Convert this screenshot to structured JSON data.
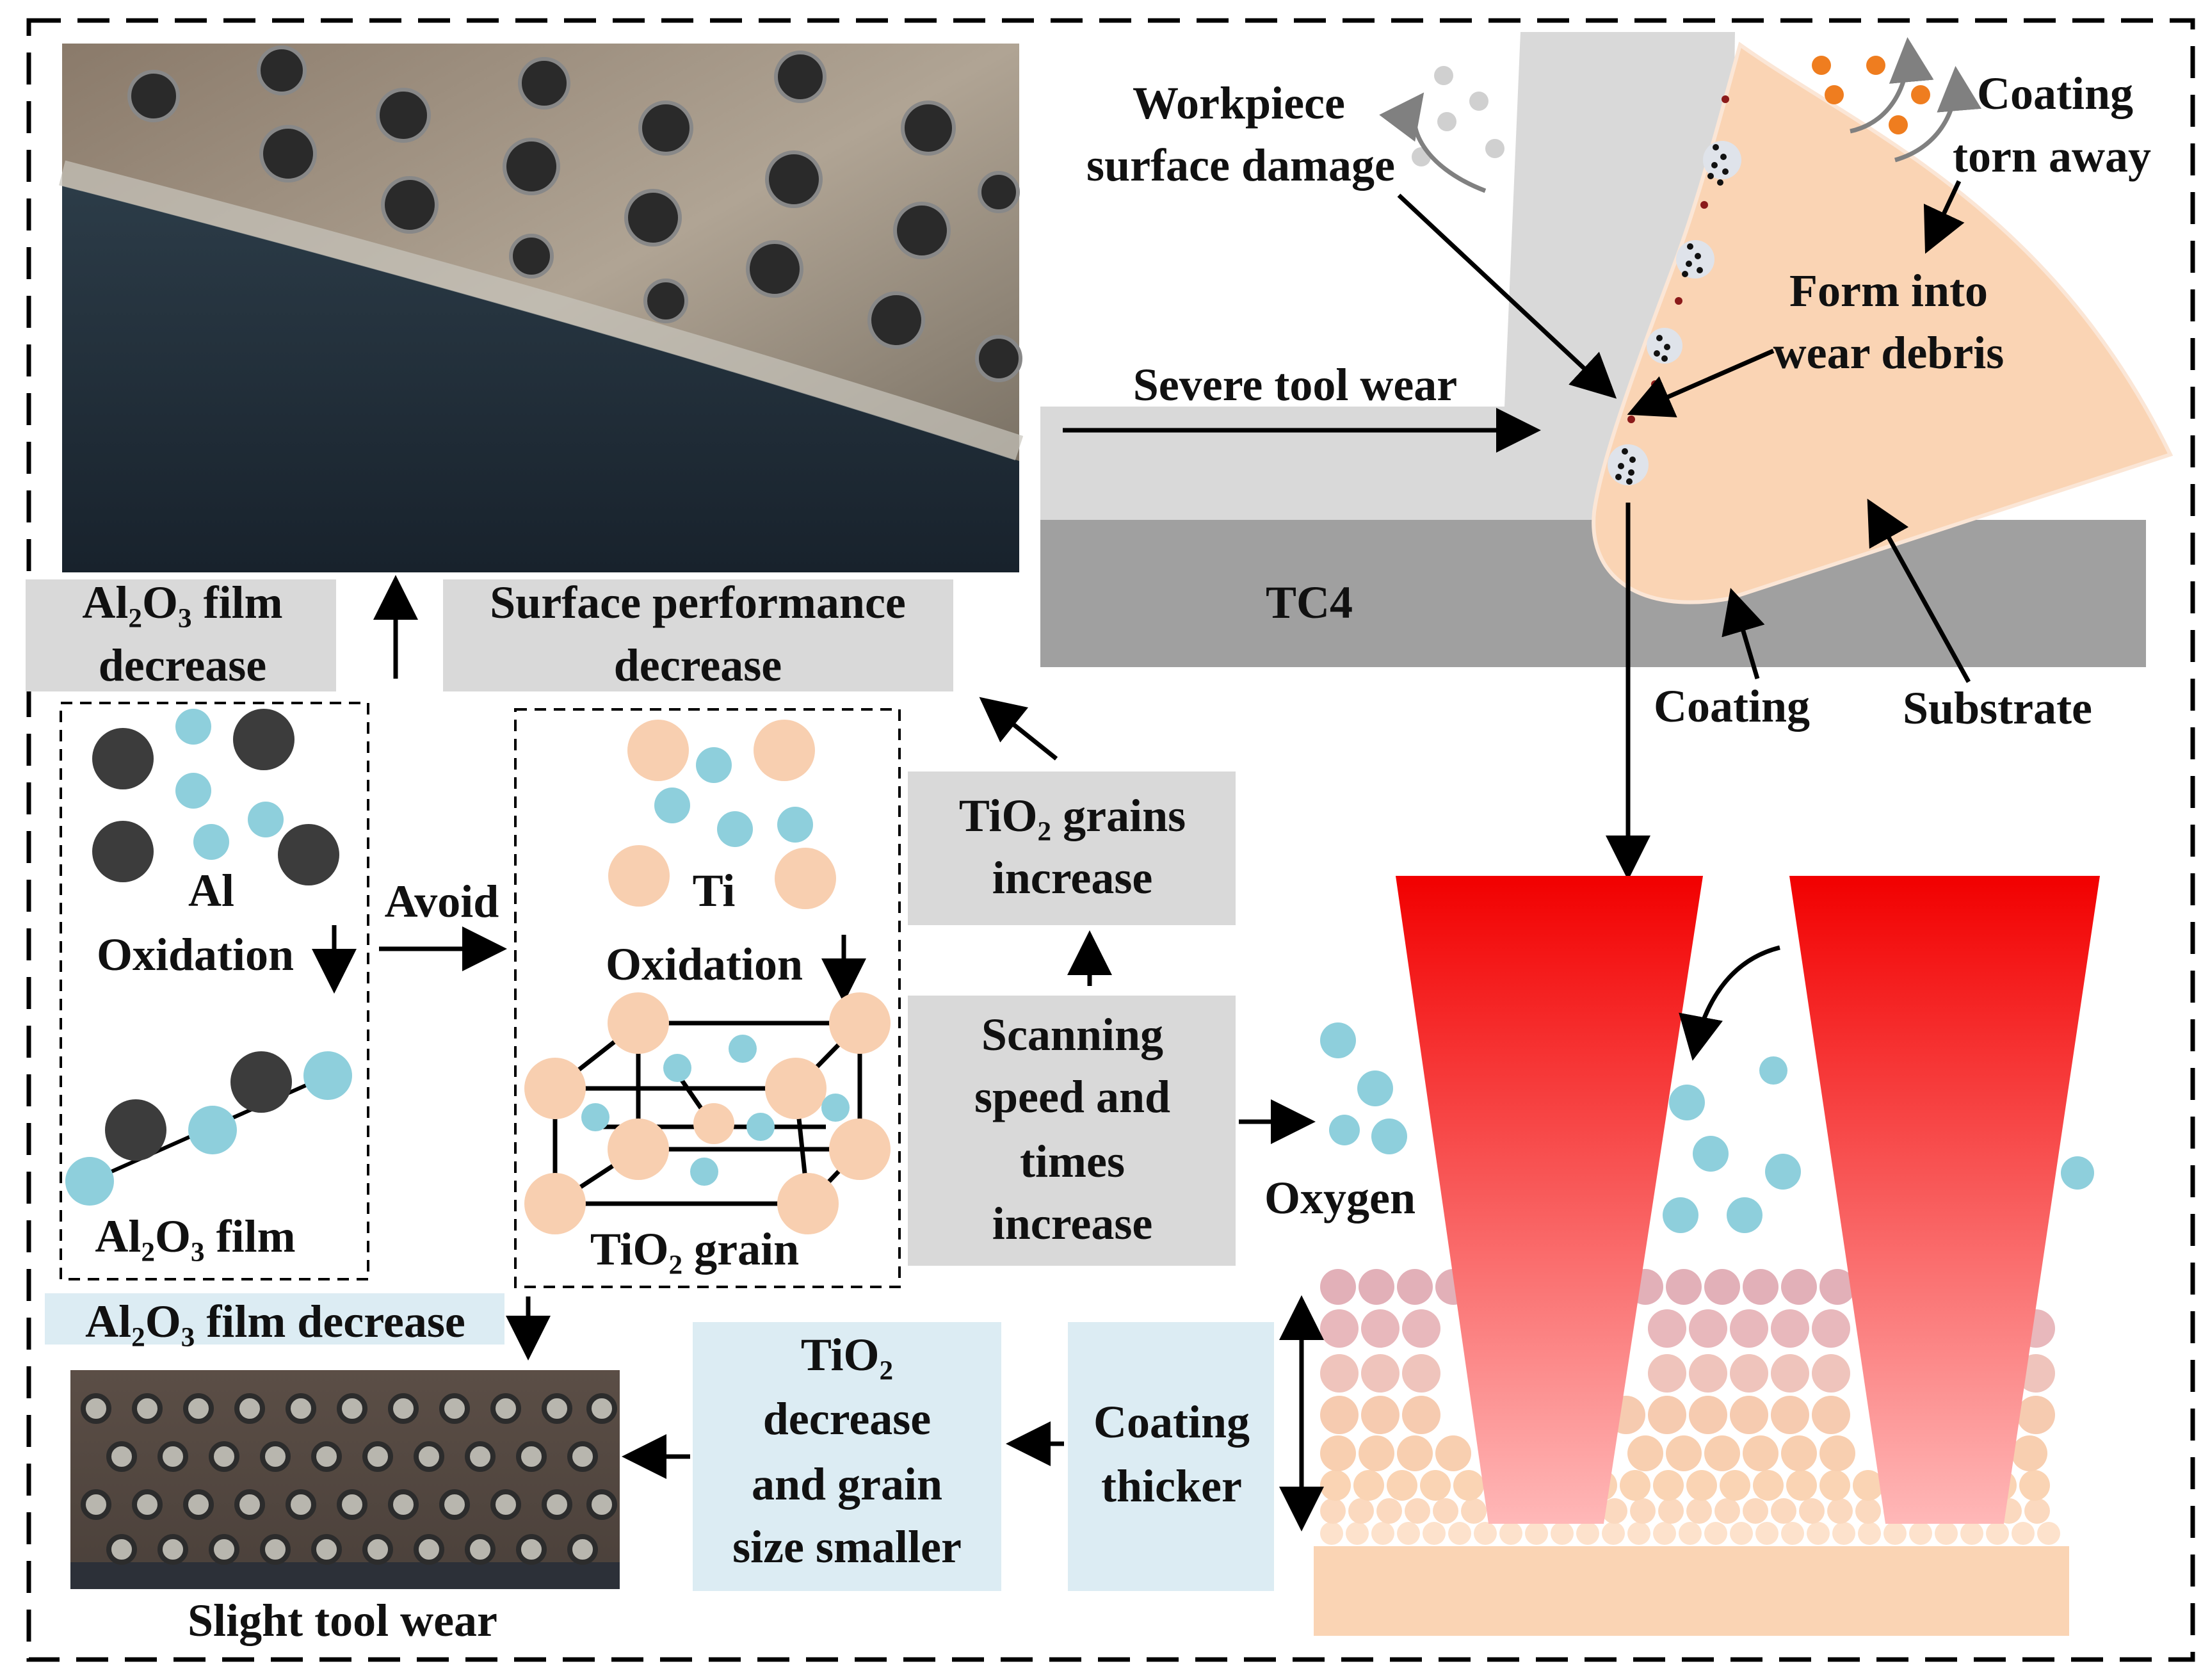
{
  "colors": {
    "light_gray_box": "#d9d9d9",
    "light_blue_box": "#dcecf3",
    "al_atom": "#3c3c3c",
    "oxygen_atom": "#8ecfdc",
    "ti_atom": "#f8cfb0",
    "substrate_peach": "#fad4b4",
    "tc4_gray": "#a0a0a0",
    "workpiece_gray": "#d9d9d9",
    "laser_top": "#f20000",
    "laser_bottom": "#ffb0b0",
    "debris_orange": "#ef7d1f",
    "debris_gray": "#d0d0d0"
  },
  "images": {
    "top_photo": "tool surface micrograph with severe wear",
    "bottom_photo": "tool surface micrograph with slight wear"
  },
  "labels": {
    "workpiece_damage_1": "Workpiece",
    "workpiece_damage_2": "surface  damage",
    "coating_torn_1": "Coating",
    "coating_torn_2": "torn away",
    "wear_debris_1": "Form into",
    "wear_debris_2": "wear debris",
    "severe_wear": "Severe tool wear",
    "tc4": "TC4",
    "coating": "Coating",
    "substrate": "Substrate",
    "al2o3_decrease_top_1": "Al₂O₃ film",
    "al2o3_decrease_top_2": "decrease",
    "surface_perf_1": "Surface performance",
    "surface_perf_2": "decrease",
    "tio2_grains_1": "TiO₂ grains",
    "tio2_grains_2": "increase",
    "al": "Al",
    "al_oxidation": "Oxidation",
    "al2o3_film": "Al₂O₃ film",
    "avoid": "Avoid",
    "ti": "Ti",
    "ti_oxidation": "Oxidation",
    "tio2_grain": "TiO₂ grain",
    "scan_1": "Scanning",
    "scan_2": "speed and",
    "scan_3": "times",
    "scan_4": "increase",
    "oxygen": "Oxygen",
    "al2o3_decrease_bottom": "Al₂O₃ film decrease",
    "slight_wear": "Slight tool wear",
    "tio2_dec_1": "TiO₂",
    "tio2_dec_2": "decrease",
    "tio2_dec_3": "and grain",
    "tio2_dec_4": "size smaller",
    "coating_thicker_1": "Coating",
    "coating_thicker_2": "thicker"
  }
}
